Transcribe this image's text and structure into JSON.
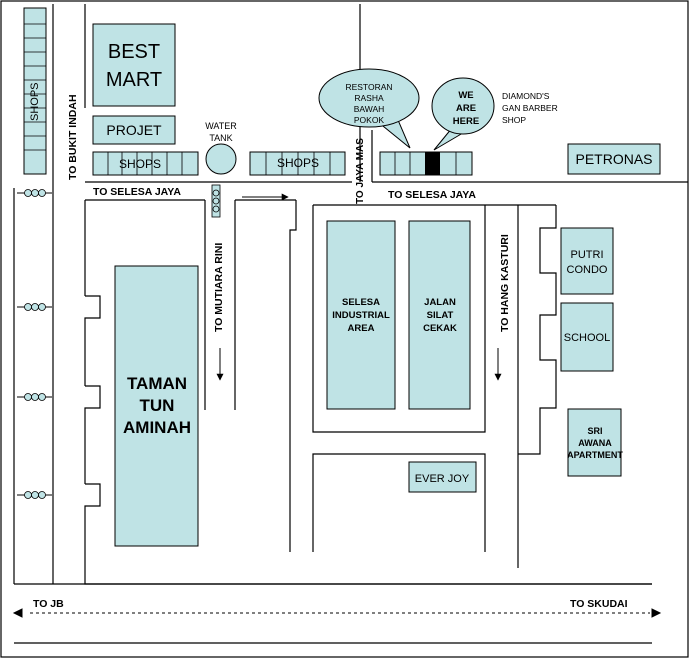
{
  "colors": {
    "block_fill": "#bfe3e5",
    "road_line": "#000000",
    "marker": "#000000"
  },
  "places": {
    "best_mart": [
      "BEST",
      "MART"
    ],
    "projet": "PROJET",
    "shops_vertical": "SHOPS",
    "shops_left": "SHOPS",
    "shops_mid": "SHOPS",
    "water_tank": [
      "WATER",
      "TANK"
    ],
    "petronas": "PETRONAS",
    "putri_condo": [
      "PUTRI",
      "CONDO"
    ],
    "school": "SCHOOL",
    "sri_awana": [
      "SRI",
      "AWANA",
      "APARTMENT"
    ],
    "selesa_industrial": [
      "SELESA",
      "INDUSTRIAL",
      "AREA"
    ],
    "jalan_silat": [
      "JALAN",
      "SILAT",
      "CEKAK"
    ],
    "taman_tun_aminah": [
      "TAMAN",
      "TUN",
      "AMINAH"
    ],
    "ever_joy": "EVER JOY",
    "diamond_barber": [
      "DIAMOND'S",
      "GAN BARBER",
      "SHOP"
    ]
  },
  "bubbles": {
    "restoran": [
      "RESTORAN",
      "RASHA",
      "BAWAH",
      "POKOK"
    ],
    "we_are_here": [
      "WE",
      "ARE",
      "HERE"
    ]
  },
  "roads": {
    "bukit_indah": "TO BUKIT INDAH",
    "selesa_jaya_left": "TO SELESA JAYA",
    "selesa_jaya_right": "TO SELESA JAYA",
    "jaya_mas": "TO JAYA MAS",
    "mutiara_rini": "TO MUTIARA RINI",
    "hang_kasturi": "TO HANG KASTURI",
    "jb": "TO JB",
    "skudai": "TO SKUDAI"
  }
}
